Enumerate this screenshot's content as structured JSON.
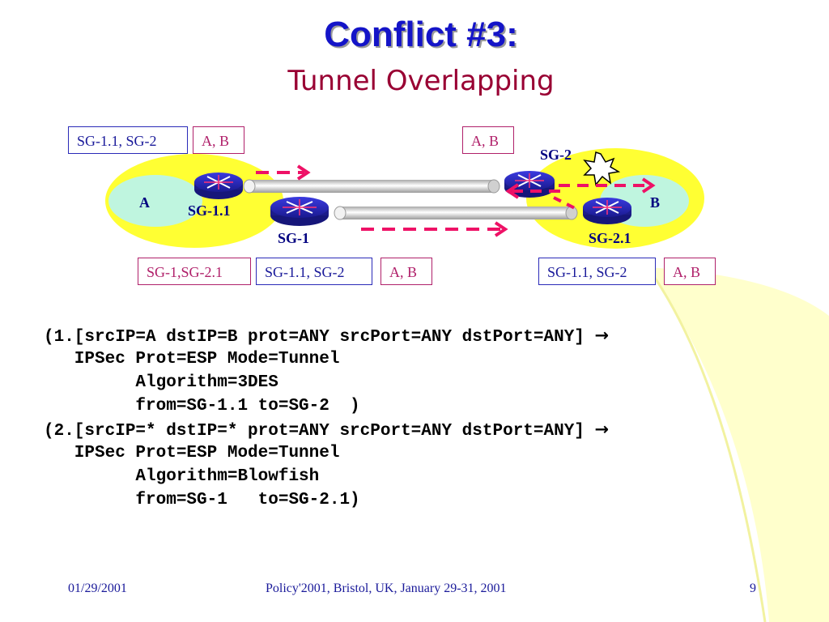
{
  "slide": {
    "title": "Conflict #3:",
    "subtitle": "Tunnel Overlapping"
  },
  "diagram": {
    "top_boxes": [
      "SG-1.1, SG-2",
      "A, B",
      "A, B"
    ],
    "bottom_boxes": [
      "SG-1,SG-2.1",
      "SG-1.1, SG-2",
      "A, B",
      "SG-1.1, SG-2",
      "A, B"
    ],
    "nodes": {
      "host_a": "A",
      "host_b": "B",
      "sg_1_1": "SG-1.1",
      "sg_1": "SG-1",
      "sg_2": "SG-2",
      "sg_2_1": "SG-2.1"
    }
  },
  "policies": {
    "lines": [
      "(1.[srcIP=A dstIP=B prot=ANY srcPort=ANY dstPort=ANY]",
      "   IPSec Prot=ESP Mode=Tunnel",
      "         Algorithm=3DES",
      "         from=SG-1.1 to=SG-2  )",
      "(2.[srcIP=* dstIP=* prot=ANY srcPort=ANY dstPort=ANY]",
      "   IPSec Prot=ESP Mode=Tunnel",
      "         Algorithm=Blowfish",
      "         from=SG-1   to=SG-2.1)"
    ],
    "arrow": "→"
  },
  "footer": {
    "date": "01/29/2001",
    "conference": "Policy'2001, Bristol, UK, January 29-31, 2001",
    "page": "9"
  },
  "colors": {
    "title": "#1414c8",
    "subtitle": "#990033",
    "site_yellow": "#ffff33",
    "host_cyan": "#bff5df",
    "router_blue": "#2a2ad0",
    "dashed_arrow": "#ee1166",
    "bg_swoosh": "#ffffcc"
  }
}
